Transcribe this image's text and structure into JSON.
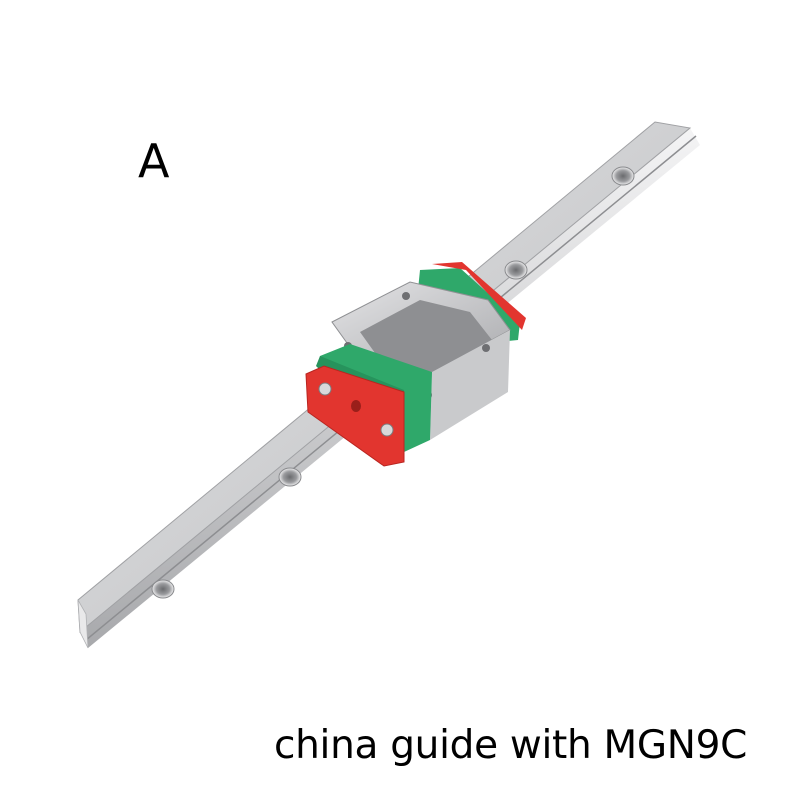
{
  "image": {
    "variant_label": "A",
    "caption": "china guide with MGN9C",
    "subject": "linear-guide-rail-with-carriage-block",
    "colors": {
      "background": "#ffffff",
      "rail_top": "#d4d4d6",
      "rail_side": "#b9babd",
      "carriage_steel": "#c8c9cb",
      "carriage_center": "#8e8f92",
      "end_seal_green": "#2fa86a",
      "end_cap_red": "#e2352f"
    },
    "rail_holes": 4
  }
}
